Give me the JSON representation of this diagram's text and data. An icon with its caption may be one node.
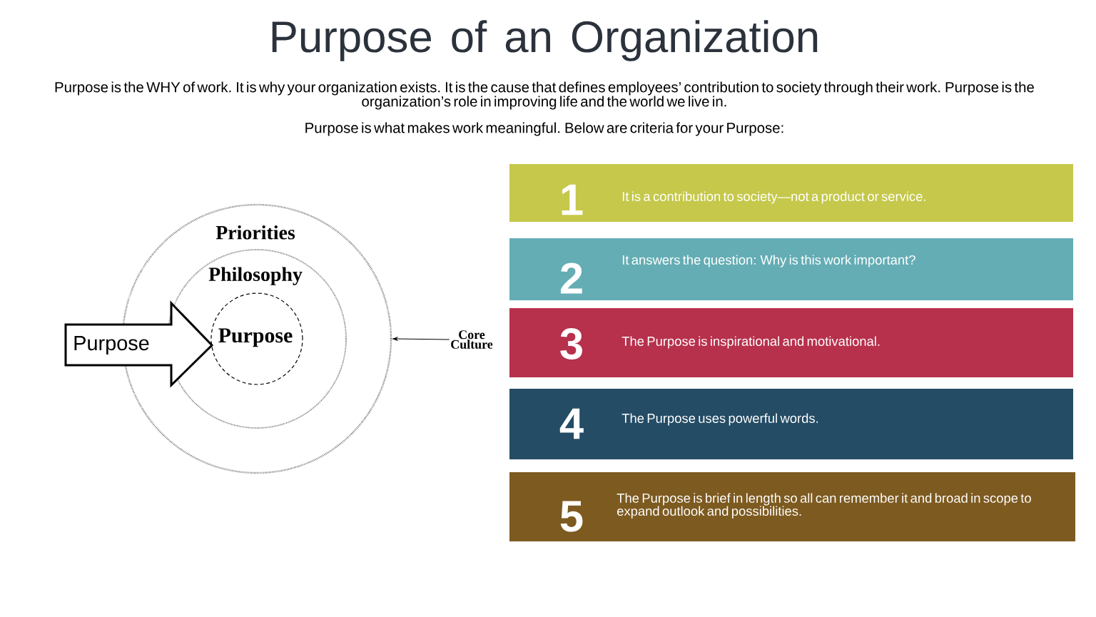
{
  "diagram": {
    "title": "Purpose of an Organization",
    "nodes": [
      {
        "text": [
          "Priorities"
        ]
      },
      {
        "text": [
          "Philosophy"
        ],
        "in": 0
      },
      {
        "text": [
          "Purpose"
        ],
        "in": 1
      },
      {
        "text": [
          "Purpose"
        ]
      },
      {
        "text": [
          "Core Culture"
        ]
      },
      {
        "text": [
          "1",
          "It is a contribution to society—not a product or service."
        ]
      },
      {
        "text": [
          "2",
          "It answers the question: Why is this work important?"
        ]
      },
      {
        "text": [
          "3",
          "The Purpose is inspirational and motivational."
        ]
      },
      {
        "text": [
          "4",
          "The Purpose uses powerful words."
        ]
      },
      {
        "text": [
          "5",
          "The Purpose is brief in length so all can remember it and broad in scope to expand outlook and possibilities."
        ]
      }
    ],
    "edges": [
      {
        "from": 4,
        "to": 0,
        "arrow": "to"
      }
    ],
    "labels": [
      "Purpose is the WHY of work. It is why your organization exists. It is the cause that defines employees’ contribution to society through their work. Purpose is the organization’s role in improving life and the world we live in.",
      "Purpose is what makes work meaningful. Below are criteria for your Purpose:"
    ]
  }
}
